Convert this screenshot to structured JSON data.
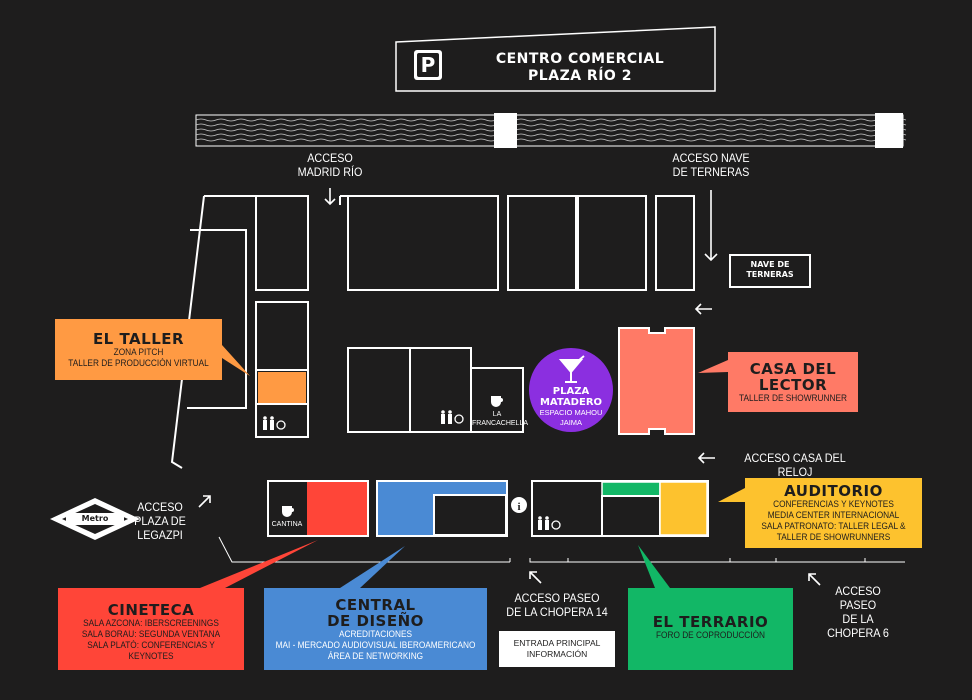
{
  "parking": {
    "icon": "parking-icon",
    "letter": "P",
    "title_line1": "CENTRO COMERCIAL",
    "title_line2": "PLAZA RÍO 2"
  },
  "accesses": {
    "madrid_rio": [
      "ACCESO",
      "MADRID RÍO"
    ],
    "nave_terneras": [
      "ACCESO NAVE",
      "DE TERNERAS"
    ],
    "casa_reloj": "ACCESO CASA DEL RELOJ",
    "legazpi": [
      "ACCESO",
      "PLAZA DE",
      "LEGAZPI"
    ],
    "chopera14": [
      "ACCESO PASEO",
      "DE LA CHOPERA 14"
    ],
    "chopera6": [
      "ACCESO",
      "PASEO",
      "DE LA",
      "CHOPERA 6"
    ]
  },
  "nave_terneras_box": [
    "NAVE DE",
    "TERNERAS"
  ],
  "metro": "Metro",
  "la_francachella": [
    "LA",
    "FRANCACHELLA"
  ],
  "cantina": "CANTINA",
  "plaza_matadero": {
    "title1": "PLAZA",
    "title2": "MATADERO",
    "sub1": "ESPACIO MAHOU",
    "sub2": "JAIMA"
  },
  "entrada": [
    "ENTRADA PRINCIPAL",
    "INFORMACIÓN"
  ],
  "venues": {
    "taller": {
      "title": "EL TALLER",
      "lines": [
        "ZONA PITCH",
        "TALLER DE PRODUCCIÓN VIRTUAL"
      ],
      "color": "#ff9a43"
    },
    "casa_lector": {
      "title1": "CASA DEL",
      "title2": "LECTOR",
      "lines": [
        "TALLER DE SHOWRUNNER"
      ],
      "color": "#ff7a66"
    },
    "auditorio": {
      "title": "AUDITORIO",
      "lines": [
        "CONFERENCIAS Y KEYNOTES",
        "MEDIA CENTER INTERNACIONAL",
        "SALA PATRONATO: TALLER LEGAL &",
        "TALLER DE SHOWRUNNERS"
      ],
      "color": "#fdc22e"
    },
    "cineteca": {
      "title": "CINETECA",
      "lines": [
        "SALA AZCONA: IBERSCREENINGS",
        "SALA BORAU: SEGUNDA VENTANA",
        "SALA PLATÓ: CONFERENCIAS Y KEYNOTES"
      ],
      "color": "#ff4538"
    },
    "central_diseno": {
      "title1": "CENTRAL",
      "title2": "DE DISEÑO",
      "lines": [
        "ACREDITACIONES",
        "MAI  - MERCADO AUDIOVISUAL IBEROAMERICANO",
        "ÁREA DE NETWORKING"
      ],
      "color": "#4a8ad4"
    },
    "terrario": {
      "title": "EL TERRARIO",
      "lines": [
        "FORO DE COPRODUCCIÓN"
      ],
      "color": "#12b766"
    }
  },
  "plaza_color": "#8b2fe0"
}
